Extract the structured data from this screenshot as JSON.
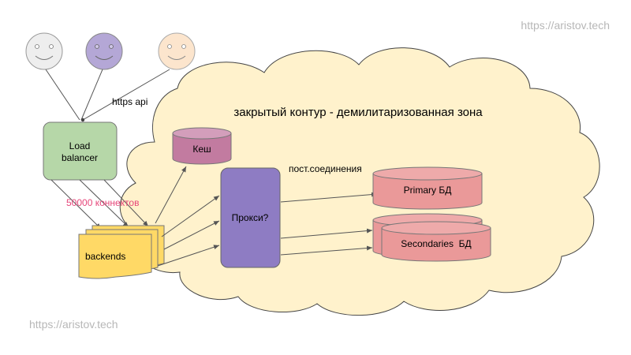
{
  "watermark_top": "https://aristov.tech",
  "watermark_bottom": "https://aristov.tech",
  "zone_title": "закрытый контур - демилитаризованная зона",
  "https_label": "https api",
  "load_balancer_line1": "Load",
  "load_balancer_line2": "balancer",
  "connections_label": "50000 коннектов",
  "backends_label": "backends",
  "cache_label": "Кеш",
  "proxy_label": "Прокси?",
  "persistent_label": "пост.соединения",
  "primary_db_label": "Primary БД",
  "secondary_db_label": "Secondaries  БД",
  "colors": {
    "cloud_fill": "#fff2cc",
    "lb_fill": "#b6d7a8",
    "backend_fill": "#ffd966",
    "cache_fill": "#c27ba0",
    "proxy_fill": "#8e7cc3",
    "db_fill": "#ea9999",
    "connections_text": "#e6467a",
    "face_gray": "#eeeeee",
    "face_purple": "#b4a7d6",
    "face_peach": "#fce5cd"
  }
}
